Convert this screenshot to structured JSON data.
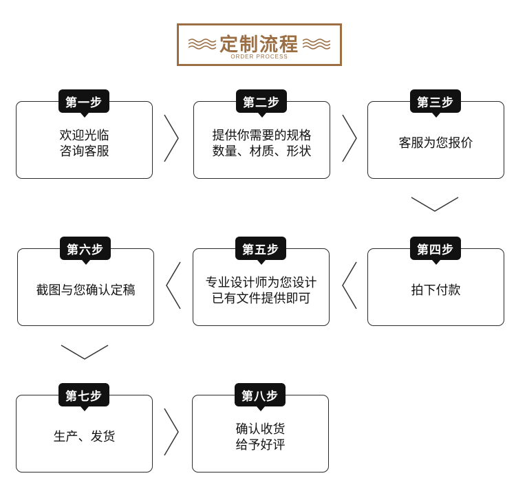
{
  "header": {
    "title": "定制流程",
    "subtitle": "ORDER PROCESS"
  },
  "steps": [
    {
      "badge": "第一步",
      "text": "欢迎光临\n咨询客服"
    },
    {
      "badge": "第二步",
      "text": "提供你需要的规格\n数量、材质、形状"
    },
    {
      "badge": "第三步",
      "text": "客服为您报价"
    },
    {
      "badge": "第四步",
      "text": "拍下付款"
    },
    {
      "badge": "第五步",
      "text": "专业设计师为您设计\n已有文件提供即可"
    },
    {
      "badge": "第六步",
      "text": "截图与您确认定稿"
    },
    {
      "badge": "第七步",
      "text": "生产、发货"
    },
    {
      "badge": "第八步",
      "text": "确认收货\n给予好评"
    }
  ],
  "colors": {
    "accent": "#9b6e44",
    "badge_bg": "#111111",
    "border": "#2a2a2a",
    "arrow": "#333333"
  },
  "icons": {
    "arrow_right": "chevron-right-icon",
    "arrow_left": "chevron-left-icon",
    "arrow_down": "chevron-down-icon",
    "wave": "wave-icon"
  }
}
